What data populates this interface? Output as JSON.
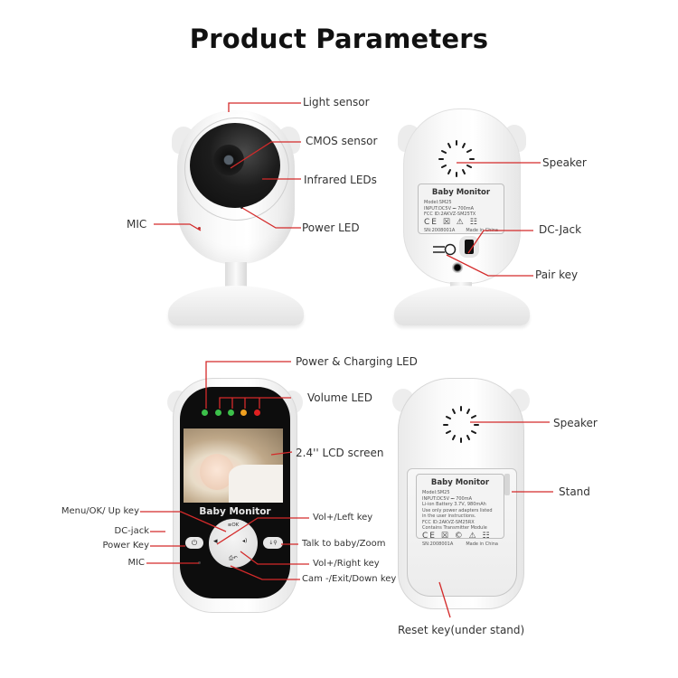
{
  "title": "Product Parameters",
  "camera_front": {
    "labels": {
      "light_sensor": "Light sensor",
      "cmos_sensor": "CMOS sensor",
      "infrared_leds": "Infrared LEDs",
      "mic": "MIC",
      "power_led": "Power LED"
    }
  },
  "camera_back": {
    "labels": {
      "speaker": "Speaker",
      "dc_jack": "DC-Jack",
      "pair_key": "Pair key"
    },
    "card": {
      "title": "Baby Monitor",
      "lines": [
        "Model:SM25",
        "INPUT:DC5V ⎓ 700mA",
        "FCC ID:2AKVZ-SM25TX"
      ],
      "marks": "CE ☒ ⚠ ☷",
      "sn": "SN:2008001A",
      "made_in": "Made in China"
    }
  },
  "monitor_front": {
    "screen_text": "Baby Monitor",
    "led_colors": [
      "#3cc04a",
      "#3cc04a",
      "#3cc04a",
      "#f0a020",
      "#e02020"
    ],
    "labels": {
      "power_charging_led": "Power & Charging LED",
      "volume_led": "Volume LED",
      "lcd_screen": "2.4'' LCD screen",
      "menu_ok_up": "Menu/OK/ Up key",
      "dc_jack": "DC-jack",
      "power_key": "Power Key",
      "mic": "MIC",
      "vol_left": "Vol+/Left key",
      "talk_zoom": "Talk to baby/Zoom",
      "vol_right": "Vol+/Right key",
      "cam_exit_down": "Cam -/Exit/Down key"
    },
    "button_glyphs": {
      "power": "⏻",
      "menu_ok": "≡OK",
      "left": "◂",
      "right": "◂)",
      "down": "⎙↶",
      "talk": "↓🔍"
    }
  },
  "monitor_back": {
    "labels": {
      "speaker": "Speaker",
      "stand": "Stand",
      "reset_key": "Reset key(under stand)"
    },
    "card": {
      "title": "Baby Monitor",
      "lines": [
        "Model:SM25",
        "INPUT:DC5V ⎓ 700mA",
        "Li-ion Battery 3.7V, 980mAh",
        "Use only power adapters listed",
        "in the user instructions.",
        "FCC ID:2AKVZ-SM25RX",
        "Contains Transmitter Module"
      ],
      "marks": "CE ☒ © ⚠ ☷",
      "sn": "SN:2008001A",
      "made_in": "Made in China"
    }
  },
  "colors": {
    "leader_line": "#d42a2a",
    "label_text": "#333333",
    "device_white": "#f7f7f7",
    "lens_black": "#151515",
    "screen_black": "#0d0d0d"
  }
}
